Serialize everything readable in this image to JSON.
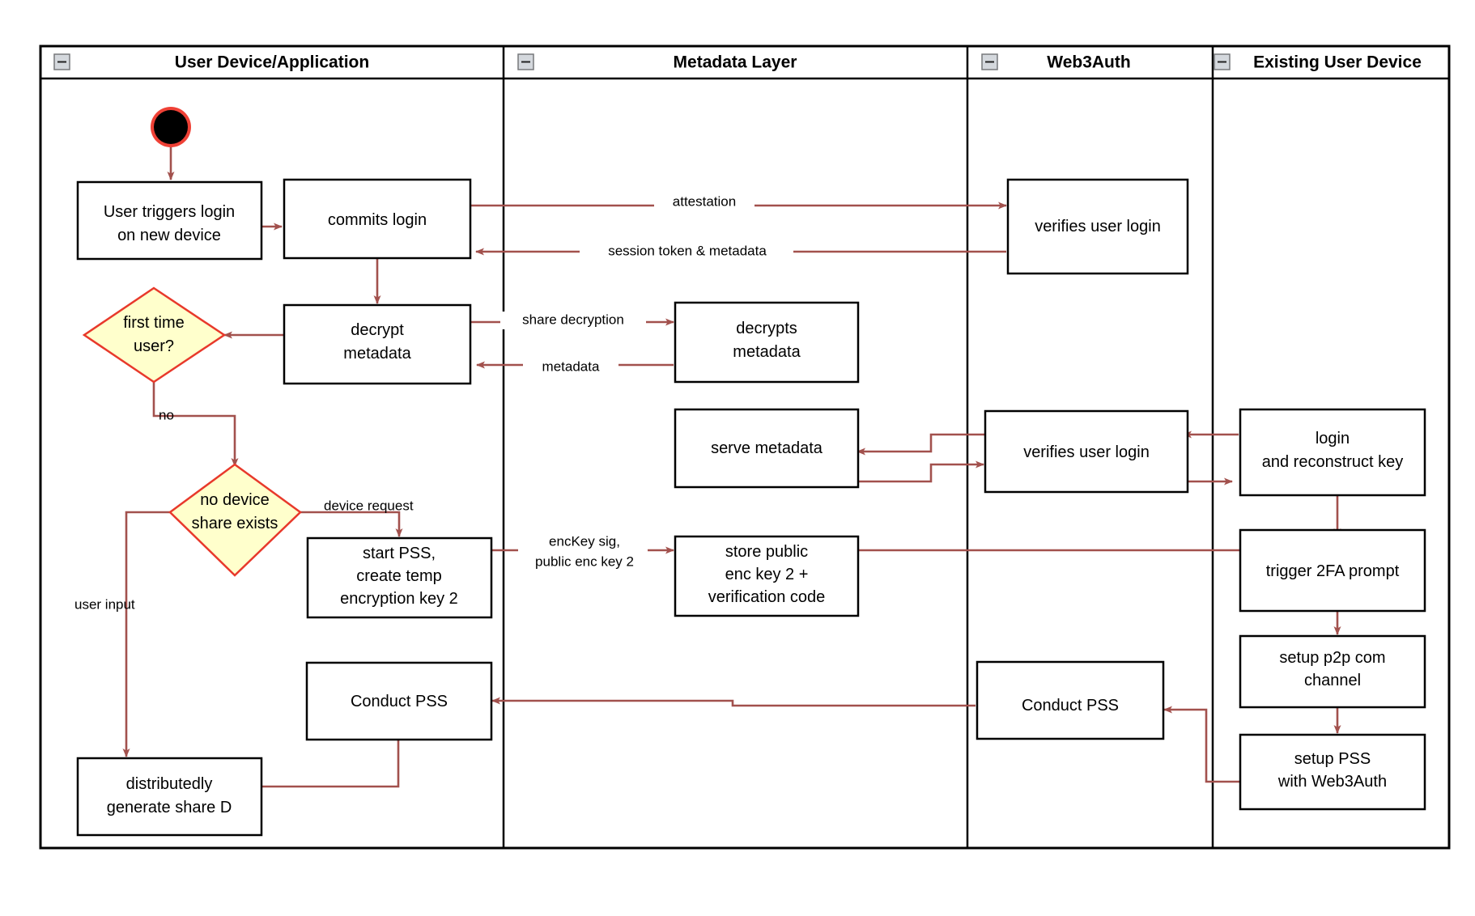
{
  "diagram": {
    "title": "Web3Auth new-device login and PSS activity diagram",
    "colors": {
      "arrow": "#a2514d",
      "decision_border": "#e8392b",
      "decision_fill": "#ffffcc",
      "node_border": "#000000",
      "node_fill": "#ffffff",
      "start_node": "#000000",
      "start_ring": "#ef4136"
    },
    "lanes": [
      {
        "id": "user-device-application",
        "label": "User Device/Application",
        "collapse_icon": "minus-icon"
      },
      {
        "id": "metadata-layer",
        "label": "Metadata Layer",
        "collapse_icon": "minus-icon"
      },
      {
        "id": "web3auth",
        "label": "Web3Auth",
        "collapse_icon": "minus-icon"
      },
      {
        "id": "existing-user-device",
        "label": "Existing User Device",
        "collapse_icon": "minus-icon"
      }
    ],
    "nodes": [
      {
        "id": "start",
        "type": "start",
        "lane": "user-device-application",
        "label": ""
      },
      {
        "id": "user-triggers-login",
        "type": "action",
        "lane": "user-device-application",
        "lines": [
          "User triggers login",
          "on new device"
        ]
      },
      {
        "id": "commits-login",
        "type": "action",
        "lane": "user-device-application",
        "lines": [
          "commits login"
        ]
      },
      {
        "id": "decrypt-metadata",
        "type": "action",
        "lane": "user-device-application",
        "lines": [
          "decrypt",
          "metadata"
        ]
      },
      {
        "id": "first-time-user",
        "type": "decision",
        "lane": "user-device-application",
        "lines": [
          "first time",
          "user?"
        ]
      },
      {
        "id": "no-device-share-exists",
        "type": "decision",
        "lane": "user-device-application",
        "lines": [
          "no device",
          "share exists"
        ]
      },
      {
        "id": "start-pss-create-temp-key",
        "type": "action",
        "lane": "user-device-application",
        "lines": [
          "start PSS,",
          "create temp",
          "encryption key 2"
        ]
      },
      {
        "id": "conduct-pss-user",
        "type": "action",
        "lane": "user-device-application",
        "lines": [
          "Conduct PSS"
        ]
      },
      {
        "id": "distributedly-generate-share-d",
        "type": "action",
        "lane": "user-device-application",
        "lines": [
          "distributedly",
          "generate share D"
        ]
      },
      {
        "id": "decrypts-metadata",
        "type": "action",
        "lane": "metadata-layer",
        "lines": [
          "decrypts",
          "metadata"
        ]
      },
      {
        "id": "serve-metadata",
        "type": "action",
        "lane": "metadata-layer",
        "lines": [
          "serve metadata"
        ]
      },
      {
        "id": "store-public-enc-key",
        "type": "action",
        "lane": "metadata-layer",
        "lines": [
          "store public",
          "enc key 2 +",
          "verification code"
        ]
      },
      {
        "id": "verifies-user-login-1",
        "type": "action",
        "lane": "web3auth",
        "lines": [
          "verifies user login"
        ]
      },
      {
        "id": "verifies-user-login-2",
        "type": "action",
        "lane": "web3auth",
        "lines": [
          "verifies user login"
        ]
      },
      {
        "id": "conduct-pss-web3auth",
        "type": "action",
        "lane": "web3auth",
        "lines": [
          "Conduct PSS"
        ]
      },
      {
        "id": "login-and-reconstruct-key",
        "type": "action",
        "lane": "existing-user-device",
        "lines": [
          "login",
          "and reconstruct key"
        ]
      },
      {
        "id": "trigger-2fa-prompt",
        "type": "action",
        "lane": "existing-user-device",
        "lines": [
          "trigger 2FA prompt"
        ]
      },
      {
        "id": "setup-p2p-com-channel",
        "type": "action",
        "lane": "existing-user-device",
        "lines": [
          "setup p2p com",
          "channel"
        ]
      },
      {
        "id": "setup-pss-with-web3auth",
        "type": "action",
        "lane": "existing-user-device",
        "lines": [
          "setup PSS",
          "with Web3Auth"
        ]
      }
    ],
    "edge_labels": [
      {
        "id": "attestation",
        "text": "attestation"
      },
      {
        "id": "session-token-metadata",
        "text": "session token & metadata"
      },
      {
        "id": "share-decryption",
        "text": "share decryption"
      },
      {
        "id": "metadata",
        "text": "metadata"
      },
      {
        "id": "no",
        "text": "no"
      },
      {
        "id": "user-input",
        "text": "user input"
      },
      {
        "id": "device-request",
        "text": "device request"
      },
      {
        "id": "enckey-sig-line1",
        "text": "encKey sig,"
      },
      {
        "id": "enckey-sig-line2",
        "text": "public enc key 2"
      }
    ]
  }
}
